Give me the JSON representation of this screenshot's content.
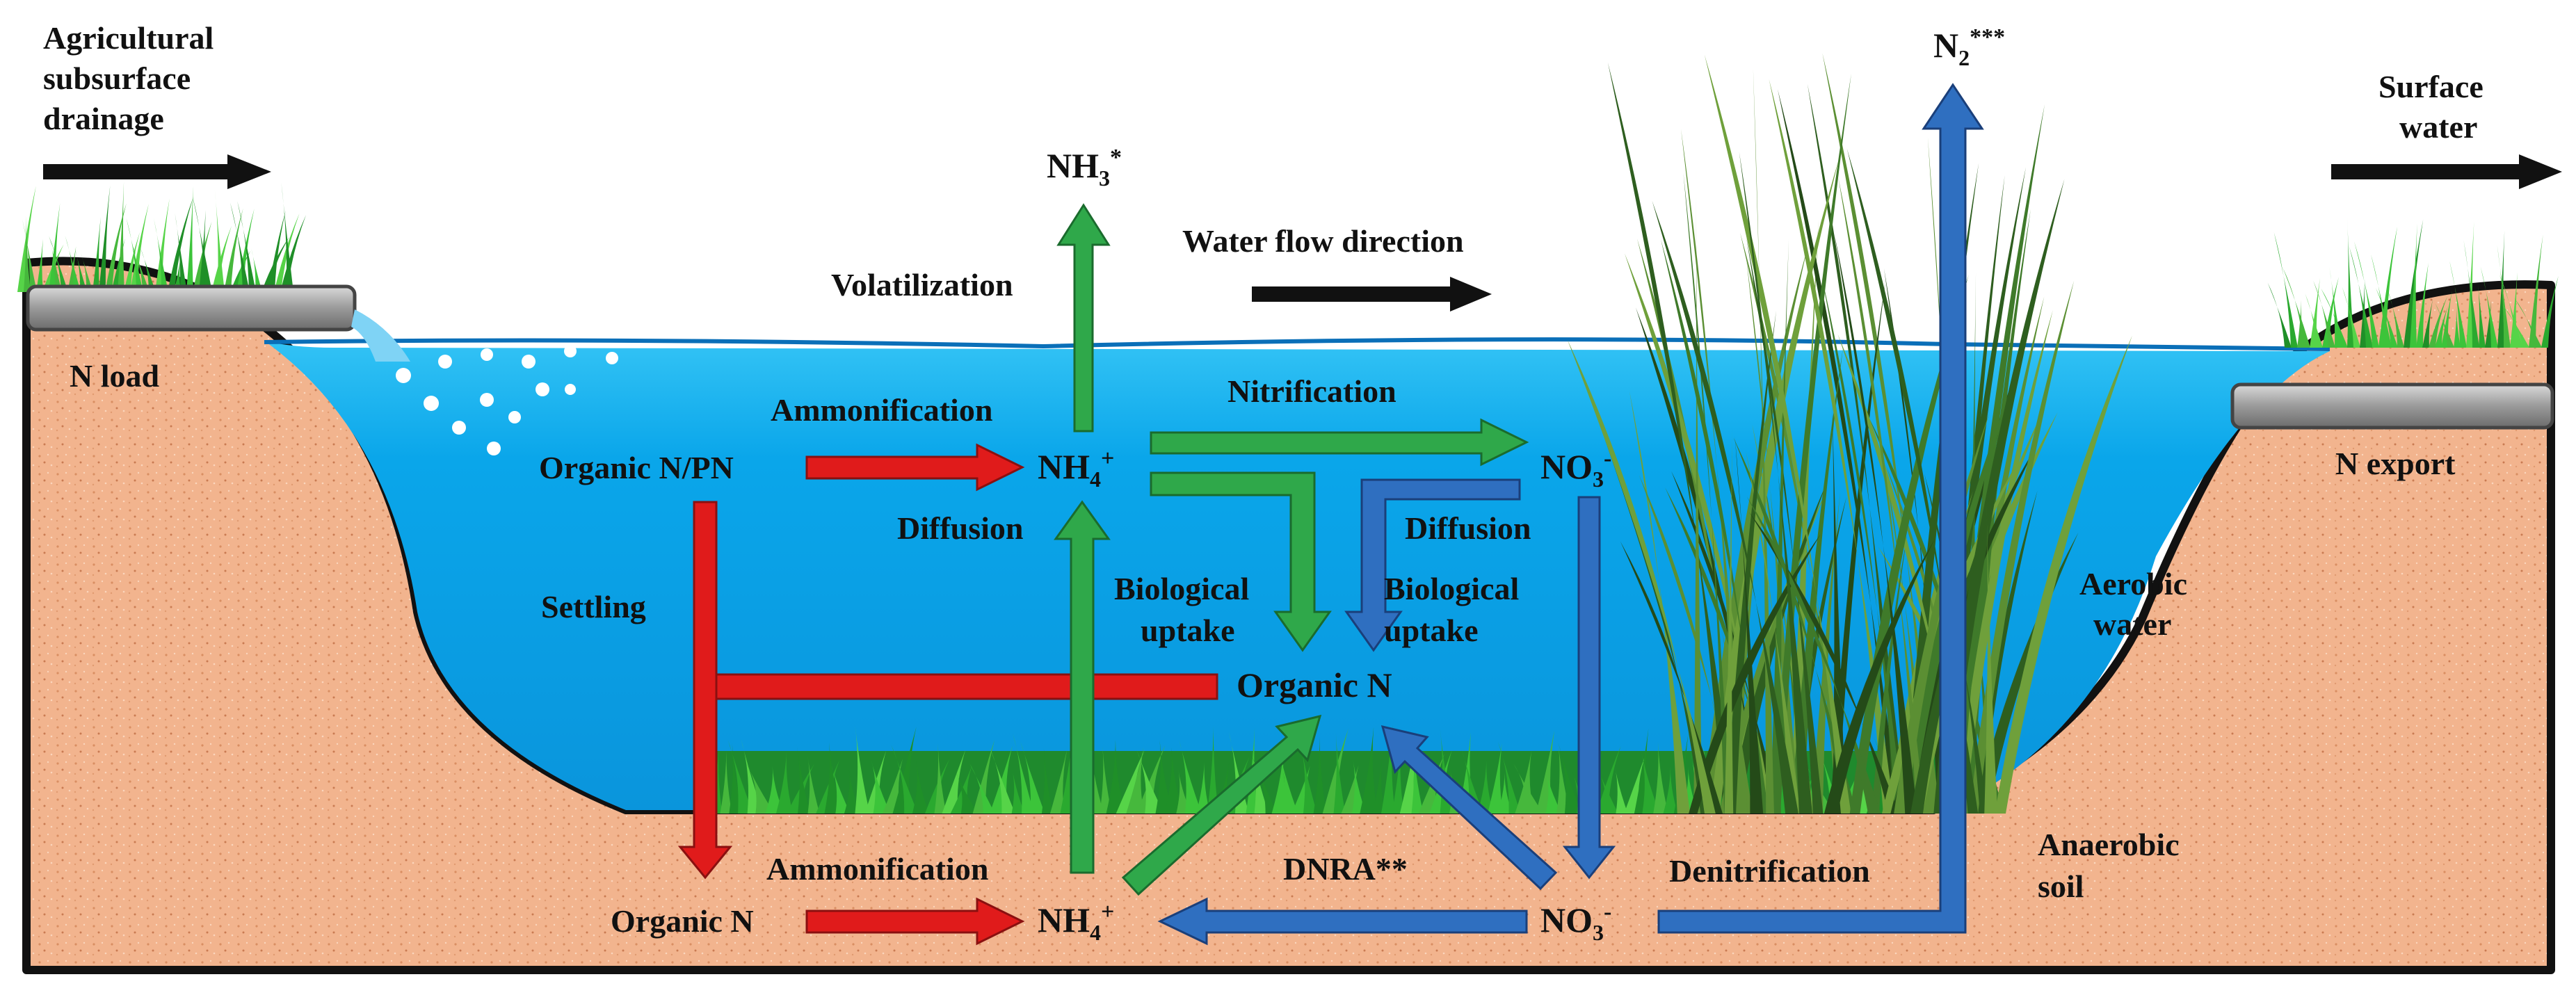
{
  "labels": {
    "agricultural_l1": "Agricultural",
    "agricultural_l2": "subsurface",
    "agricultural_l3": "drainage",
    "surface_l1": "Surface",
    "surface_l2": "water",
    "n_load": "N load",
    "n_export": "N export",
    "water_flow": "Water flow direction",
    "volatilization": "Volatilization",
    "ammonification_top": "Ammonification",
    "nitrification": "Nitrification",
    "organic_n_pn": "Organic N/PN",
    "diffusion_left": "Diffusion",
    "diffusion_right": "Diffusion",
    "settling": "Settling",
    "bio_uptake_left_l1": "Biological",
    "bio_uptake_left_l2": "uptake",
    "bio_uptake_right_l1": "Biological",
    "bio_uptake_right_l2": "uptake",
    "organic_n_water": "Organic N",
    "aerobic_l1": "Aerobic",
    "aerobic_l2": "water",
    "anaerobic_l1": "Anaerobic",
    "anaerobic_l2": "soil",
    "ammonification_bottom": "Ammonification",
    "dnra": "DNRA**",
    "denitrification": "Denitrification",
    "organic_n_soil": "Organic N"
  },
  "chemicals": {
    "nh3": {
      "base": "NH",
      "sub": "3",
      "suffix": "*"
    },
    "n2": {
      "base": "N",
      "sub": "2",
      "suffix": "***"
    },
    "nh4_water": {
      "base": "NH",
      "sub": "4",
      "sup": "+"
    },
    "no3_water": {
      "base": "NO",
      "sub": "3",
      "sup": "-"
    },
    "nh4_soil": {
      "base": "NH",
      "sub": "4",
      "sup": "+"
    },
    "no3_soil": {
      "base": "NO",
      "sub": "3",
      "sup": "-"
    }
  },
  "colors": {
    "red_arrow": "#e01b1b",
    "green_arrow": "#2fa84a",
    "blue_arrow": "#2f6fc0",
    "water": "#0aa6ea",
    "soil": "#f2b48e",
    "black": "#111111"
  }
}
